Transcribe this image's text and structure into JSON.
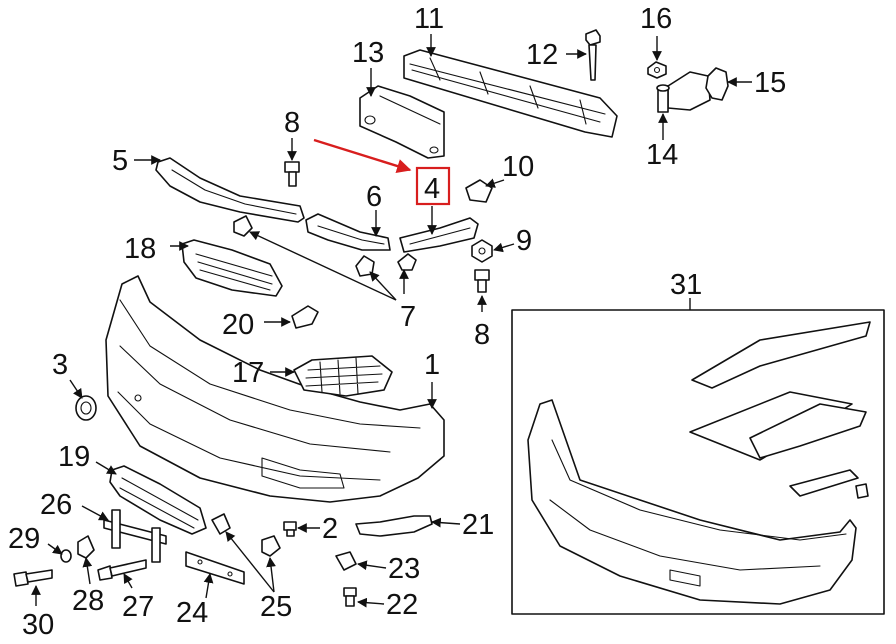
{
  "diagram": {
    "highlight_color": "#d81e1e",
    "line_color": "#111111",
    "callouts": {
      "c1": "1",
      "c2": "2",
      "c3": "3",
      "c4": "4",
      "c5": "5",
      "c6": "6",
      "c7": "7",
      "c8a": "8",
      "c8b": "8",
      "c9": "9",
      "c10": "10",
      "c11": "11",
      "c12": "12",
      "c13": "13",
      "c14": "14",
      "c15": "15",
      "c16": "16",
      "c17": "17",
      "c18": "18",
      "c19": "19",
      "c20": "20",
      "c21": "21",
      "c22": "22",
      "c23": "23",
      "c24": "24",
      "c25": "25",
      "c26": "26",
      "c27": "27",
      "c28": "28",
      "c29": "29",
      "c30": "30",
      "c31": "31"
    },
    "highlighted_callout": "4"
  }
}
